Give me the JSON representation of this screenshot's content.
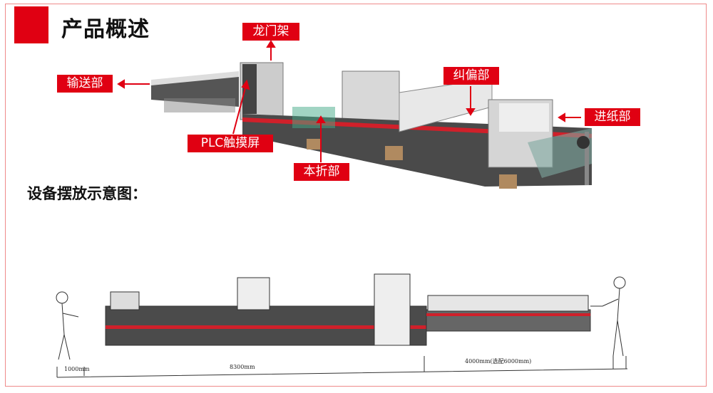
{
  "header": {
    "title": "产品概述"
  },
  "callouts": {
    "gantry": "龙门架",
    "conveyor": "输送部",
    "correction": "纠偏部",
    "feeder": "进纸部",
    "plc": "PLC触摸屏",
    "folding": "本折部"
  },
  "section": {
    "title": "设备摆放示意图："
  },
  "dimensions": {
    "d1": "1000mm",
    "d2": "8300mm",
    "d3": "4000mm(选配6000mm)"
  },
  "colors": {
    "accent": "#e00012"
  }
}
